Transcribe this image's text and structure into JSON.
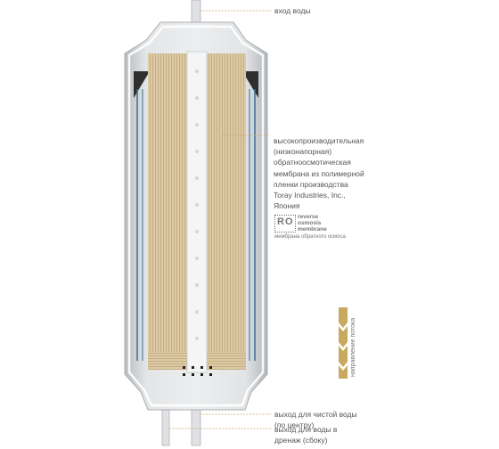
{
  "labels": {
    "water_inlet": "вход воды",
    "membrane_description": [
      "высокопроизводительная",
      "(низконапорная)",
      "обратноосмотическая",
      "мембрана из полимерной",
      "пленки производства",
      "Toray Industries, Inc.,",
      "Япония"
    ],
    "ro_logo_letters": "RO",
    "ro_logo_words": [
      "reverse",
      "osmosis",
      "membrane"
    ],
    "ro_logo_caption": "мембрана обратного осмоса",
    "flow_direction": "направление потока",
    "clean_water_outlet": [
      "выход для чистой воды",
      "(по центру)"
    ],
    "drain_outlet": [
      "выход для воды в",
      "дренаж (сбоку)"
    ]
  },
  "colors": {
    "membrane_fill": "#d9c6a2",
    "membrane_stripe": "#c4ad82",
    "housing_outline": "#ffffff",
    "housing_fill": "#d6d8da",
    "edge_blue": "#3a6f93",
    "leader_line": "#c8ab6c",
    "arrow_gold": "#c9a95f",
    "background": "#ffffff"
  },
  "icons": [
    "cartridge-cutaway-diagram",
    "flow-direction-chevrons-icon",
    "ro-membrane-logo-icon"
  ]
}
